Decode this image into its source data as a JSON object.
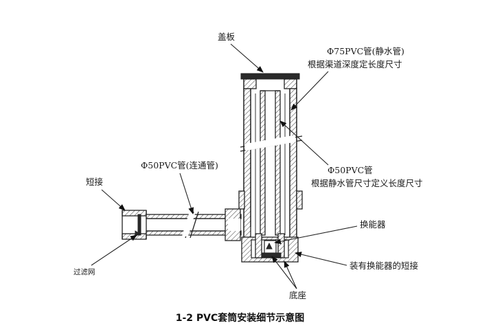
{
  "labels": {
    "cover_plate": "盖板",
    "pipe75_line1": "Φ75PVC管(静水管)",
    "pipe75_line2": "根据渠道深度定长度尺寸",
    "pipe50_connect": "Φ50PVC管(连通管)",
    "pipe50_line1": "Φ50PVC管",
    "pipe50_line2": "根据静水管尺寸定义长度尺寸",
    "short_joint": "短接",
    "filter_net": "过滤网",
    "transducer": "换能器",
    "joint_with_transducer": "装有换能器的短接",
    "base": "底座"
  },
  "caption": "1-2 PVC套筒安装细节示意图"
}
